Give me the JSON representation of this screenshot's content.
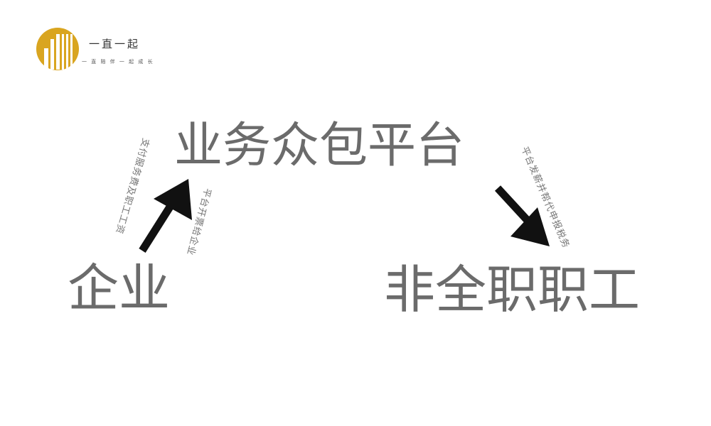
{
  "logo": {
    "title": "一直一起",
    "slogan": "一 直 陪 伴 一 起 成 长",
    "colors": {
      "gold": "#D9A520",
      "white": "#ffffff"
    }
  },
  "nodes": {
    "platform": "业务众包平台",
    "enterprise": "企业",
    "workers": "非全职职工"
  },
  "edges": {
    "pay_label": "支付服务费及职工工资",
    "invoice_label": "平台开票给企业",
    "tax_label": "平台发薪并帮代申报税务"
  },
  "icons": {
    "up_arrow": "arrow-up-right-icon",
    "down_arrow": "arrow-down-right-icon"
  },
  "colors": {
    "text_gray": "#6b6b6b",
    "arrow": "#111111"
  }
}
